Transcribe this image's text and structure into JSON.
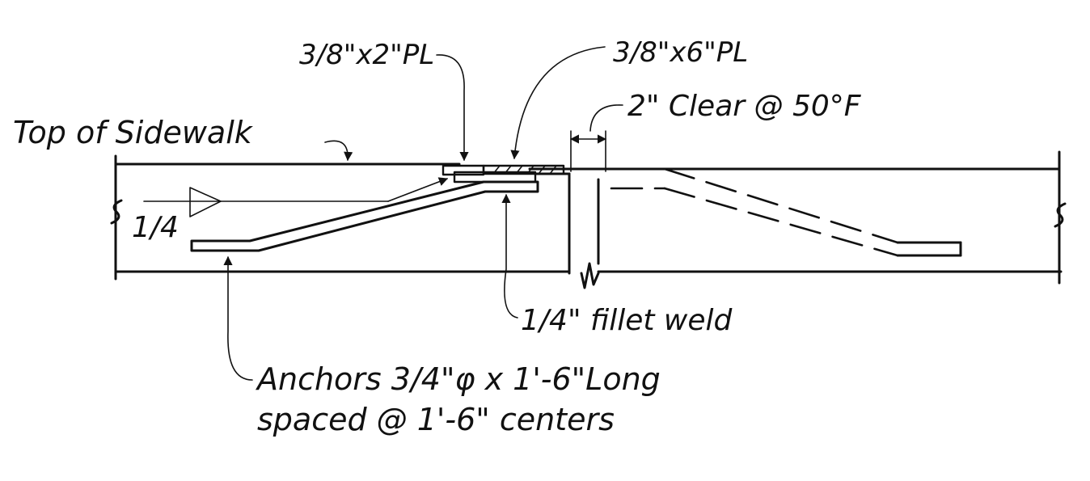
{
  "labels": {
    "plate_small": "3/8\"x2\"PL",
    "plate_large": "3/8\"x6\"PL",
    "top_of_sidewalk": "Top of Sidewalk",
    "clearance": "2\" Clear @ 50°F",
    "weld_symbol_size": "1/4",
    "fillet_weld": "1/4\" fillet weld",
    "anchors_line1": "Anchors 3/4\"φ x 1'-6\"Long",
    "anchors_line2": "spaced @ 1'-6\" centers"
  }
}
